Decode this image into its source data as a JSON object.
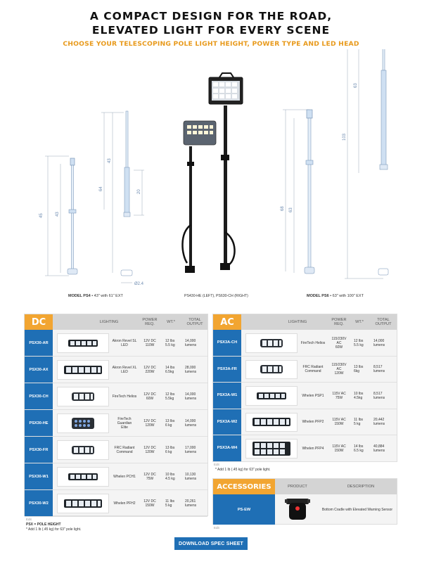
{
  "hero": {
    "title_line1": "A COMPACT DESIGN FOR THE ROAD,",
    "title_line2": "ELEVATED LIGHT FOR EVERY SCENE",
    "subtitle": "CHOOSE YOUR TELESCOPING POLE LIGHT HEIGHT, POWER TYPE AND LED HEAD"
  },
  "diagram": {
    "dims_ps4": {
      "d1": "45",
      "d2": "43",
      "d3": "64",
      "d4": "43",
      "d5": "20",
      "dia": "Ø2.4"
    },
    "dims_ps6": {
      "d1": "68",
      "d2": "63",
      "d3": "103",
      "d4": "63"
    },
    "caption_left_bold": "MODEL PS4",
    "caption_left_rest": " • 43\" with 61\" EXT",
    "caption_center": "PS430-HE (LEFT), PS630-CH (RIGHT)",
    "caption_right_bold": "MODEL PS6",
    "caption_right_rest": " • 63\" with 100\" EXT"
  },
  "dc_table": {
    "tag": "DC",
    "headers": {
      "lighting": "LIGHTING",
      "power": "POWER\nREQ.",
      "wt": "WT.*",
      "output": "TOTAL\nOUTPUT"
    },
    "rows": [
      {
        "model": "PSX30-AR",
        "name": "Akron Revel SL\nLED",
        "power": "12V DC\n110W",
        "wt": "12 lbs\n5.5 kg",
        "output": "14,000\nlumens",
        "icon": "bar"
      },
      {
        "model": "PSX30-AX",
        "name": "Akron Revel XL\nLED",
        "power": "12V DC\n220W",
        "wt": "14 lbs\n6.5kg",
        "output": "28,000\nlumens",
        "icon": "wide"
      },
      {
        "model": "PSX30-CH",
        "name": "FireTech Helios",
        "power": "12V DC\n60W",
        "wt": "12 lbs\n5.5kg",
        "output": "14,000\nlumens",
        "icon": "small"
      },
      {
        "model": "PSX30-HE",
        "name": "FireTech Guardian\nElite",
        "power": "12V DC\n120W",
        "wt": "13 lbs\n6 kg",
        "output": "14,000\nlumens",
        "icon": "grid"
      },
      {
        "model": "PSX30-FR",
        "name": "FRC Radiant\nCommand",
        "power": "12V DC\n120W",
        "wt": "13 lbs\n6 kg",
        "output": "17,000\nlumens",
        "icon": "small"
      },
      {
        "model": "PSX30-W1",
        "name": "Whelen PCH1",
        "power": "12V DC\n75W",
        "wt": "10 lbs\n4.5 kg",
        "output": "10,130\nlumens",
        "icon": "bar"
      },
      {
        "model": "PSX30-W2",
        "name": "Whelen PFH2",
        "power": "12V DC\n150W",
        "wt": "11 lbs\n5 kg",
        "output": "20,261\nlumens",
        "icon": "wide"
      }
    ],
    "footnote_bold": "PSX = POLE HEIGHT",
    "footnote": "* Add 1 lb (.45 kg) for 63\" pole light.",
    "edit": "Edit"
  },
  "ac_table": {
    "tag": "AC",
    "headers": {
      "lighting": "LIGHTING",
      "power": "POWER\nREQ.",
      "wt": "WT.*",
      "output": "TOTAL\nOUTPUT"
    },
    "rows": [
      {
        "model": "PSX3A-CH",
        "name": "FireTech Helios",
        "power": "115/230V\nAC\n60W",
        "wt": "12 lbs\n5.5 kg",
        "output": "14,000\nlumens",
        "icon": "small"
      },
      {
        "model": "PSX3A-FR",
        "name": "FRC Radiant\nCommand",
        "power": "115/230V\nAC\n120W",
        "wt": "13 lbs\n6kg",
        "output": "8,517\nlumens",
        "icon": "small"
      },
      {
        "model": "PSX3A-W1",
        "name": "Whelen PSP1",
        "power": "115V AC\n75W",
        "wt": "10 lbs\n4.5kg",
        "output": "8,517\nlumens",
        "icon": "bar"
      },
      {
        "model": "PSX3A-W2",
        "name": "Whelen PFP2",
        "power": "115V AC\n150W",
        "wt": "11 lbs\n5 kg",
        "output": "20,442\nlumens",
        "icon": "wide"
      },
      {
        "model": "PSX3A-W4",
        "name": "Whelen PFP4",
        "power": "115V AC\n150W",
        "wt": "14 lbs\n6.5 kg",
        "output": "40,884\nlumens",
        "icon": "tall"
      }
    ],
    "footnote": "* Add 1 lb (.45 kg) for 63\" pole light.",
    "edit": "Edit"
  },
  "accessories": {
    "tag": "ACCESSORIES",
    "headers": {
      "product": "PRODUCT",
      "description": "DESCRIPTION"
    },
    "rows": [
      {
        "model": "PS-EW",
        "description": "Bottom Cradle with Elevated Warning Sensor"
      }
    ],
    "edit": "Edit"
  },
  "download_label": "DOWNLOAD SPEC SHEET",
  "colors": {
    "accent": "#f2a531",
    "model_blue": "#1f6fb5",
    "subtitle_orange": "#e89a1c"
  }
}
